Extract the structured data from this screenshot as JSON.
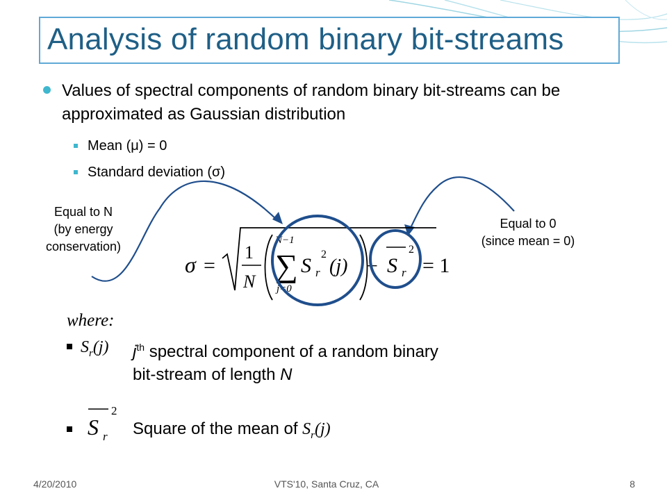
{
  "slide": {
    "title": "Analysis of random binary bit-streams",
    "bullet": "Values of spectral components of random binary bit-streams can be approximated as Gaussian distribution",
    "sub_bullets": [
      "Mean (μ) = 0",
      "Standard deviation (σ)"
    ],
    "note_left": [
      "Equal to N",
      "(by energy",
      "conservation)"
    ],
    "note_right": [
      "Equal to 0",
      "(since mean = 0)"
    ],
    "formula": {
      "sigma": "σ",
      "equals": "=",
      "one": "1",
      "N": "N",
      "sum_upper": "N−1",
      "sum_lower": "j=0",
      "sum": "∑",
      "term": "S",
      "sub_r": "r",
      "sq": "2",
      "arg": "(j)",
      "minus": "−",
      "result": "= 1"
    },
    "where_label": "where:",
    "def1": {
      "symbol": "S",
      "symbol_sub": "r",
      "symbol_arg": "(j)",
      "j": "j",
      "th": "th",
      "text1": " spectral component of a random binary",
      "text2": "bit-stream of length ",
      "N": "N"
    },
    "def2": {
      "symbol": "S",
      "symbol_sub": "r",
      "symbol_sq": "2",
      "text": "Square of the mean of ",
      "ref": "S",
      "ref_sub": "r",
      "ref_arg": "(j)"
    },
    "footer": {
      "date": "4/20/2010",
      "center": "VTS'10, Santa Cruz, CA",
      "page": "8"
    }
  },
  "colors": {
    "title": "#1f5f86",
    "title_border": "#5ea9d6",
    "bullet": "#3fb7ce",
    "annotation": "#1f4e8c"
  }
}
